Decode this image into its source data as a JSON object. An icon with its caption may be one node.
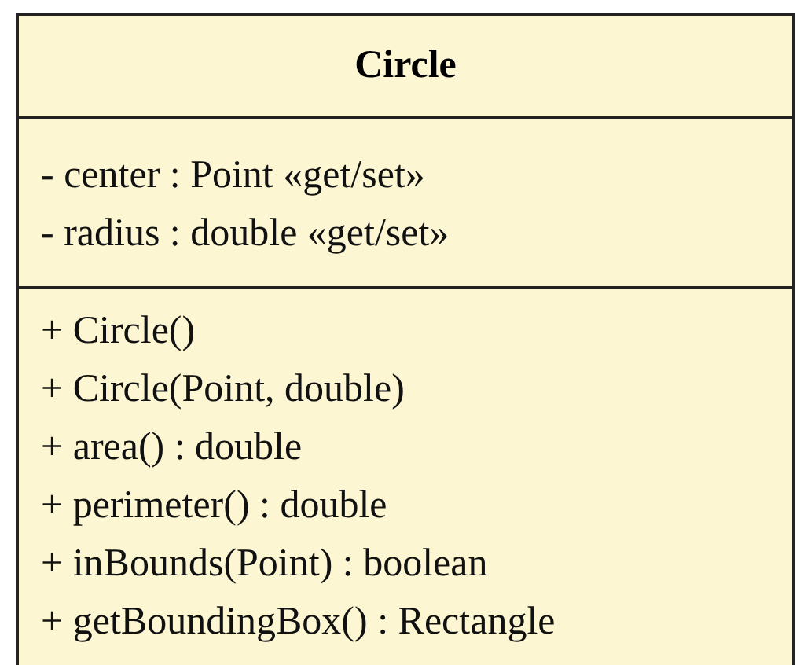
{
  "diagram": {
    "nodes": [
      {
        "text": [
          "Circle"
        ]
      },
      {
        "text": [
          "**-** center : Point «get/set»",
          "**-** radius : double «get/set»"
        ],
        "in": 0
      },
      {
        "text": [
          "+ Circle()",
          "+ Circle(Point, double)",
          "+ area() : double",
          "+ perimeter() : double",
          "+ inBounds(Point) : boolean",
          "+ getBoundingBox() : Rectangle"
        ],
        "in": 0
      }
    ]
  }
}
